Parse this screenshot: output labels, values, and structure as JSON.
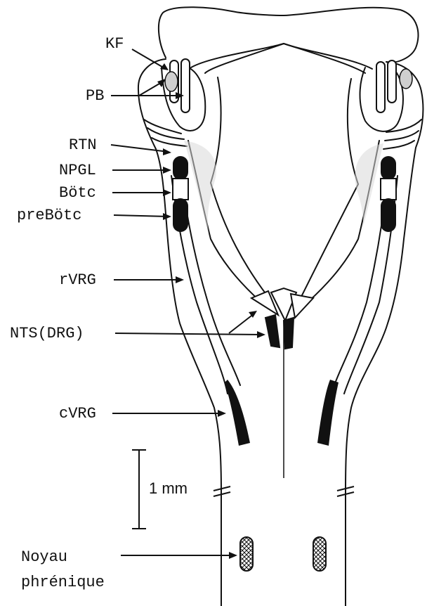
{
  "labels": {
    "kf": "KF",
    "pb": "PB",
    "rtn": "RTN",
    "npgl": "NPGL",
    "botc": "Bötc",
    "prebotc": "preBötc",
    "rvrg": "rVRG",
    "nts": "NTS(DRG)",
    "cvrg": "cVRG",
    "noyau": "Noyau",
    "phrenique": "phrénique"
  },
  "scale_bar": {
    "text": "1 mm"
  },
  "colors": {
    "ink": "#111111",
    "shade": "#d8d8d8",
    "background": "#ffffff"
  }
}
